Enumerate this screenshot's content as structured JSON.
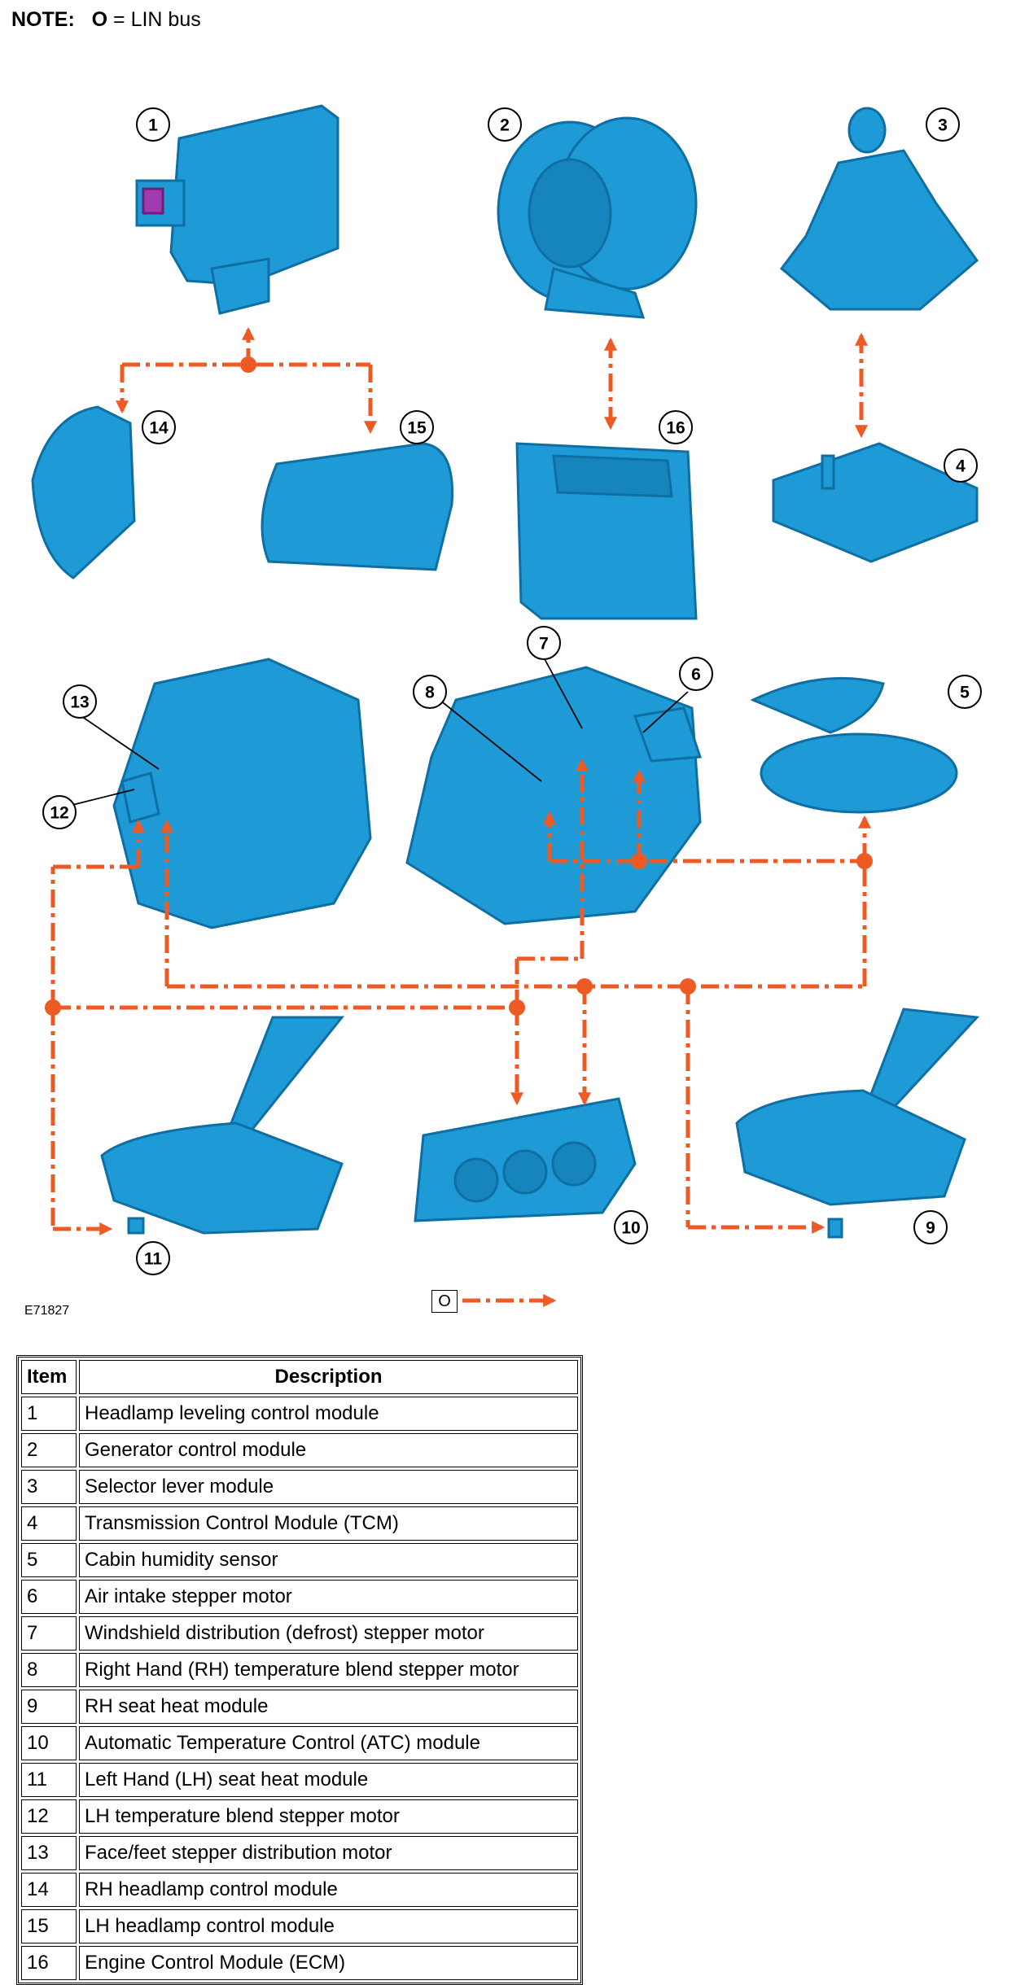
{
  "note": {
    "label": "NOTE:",
    "symbol": "O",
    "text": "= LIN bus"
  },
  "figure_id": "E71827",
  "legend": {
    "symbol": "O"
  },
  "colors": {
    "component": "#1e9ad6",
    "component_dark": "#0f6fa3",
    "lin_bus": "#ee5a24"
  },
  "callouts": [
    "1",
    "2",
    "3",
    "4",
    "5",
    "6",
    "7",
    "8",
    "9",
    "10",
    "11",
    "12",
    "13",
    "14",
    "15",
    "16"
  ],
  "table": {
    "headers": {
      "item": "Item",
      "description": "Description"
    },
    "rows": [
      {
        "item": "1",
        "description": "Headlamp leveling control module"
      },
      {
        "item": "2",
        "description": "Generator control module"
      },
      {
        "item": "3",
        "description": "Selector lever module"
      },
      {
        "item": "4",
        "description": "Transmission Control Module (TCM)"
      },
      {
        "item": "5",
        "description": "Cabin humidity sensor"
      },
      {
        "item": "6",
        "description": "Air intake stepper motor"
      },
      {
        "item": "7",
        "description": "Windshield distribution (defrost) stepper motor"
      },
      {
        "item": "8",
        "description": "Right Hand (RH) temperature blend stepper motor"
      },
      {
        "item": "9",
        "description": "RH seat heat module"
      },
      {
        "item": "10",
        "description": "Automatic Temperature Control (ATC) module"
      },
      {
        "item": "11",
        "description": "Left Hand (LH) seat heat module"
      },
      {
        "item": "12",
        "description": "LH temperature blend stepper motor"
      },
      {
        "item": "13",
        "description": "Face/feet stepper distribution motor"
      },
      {
        "item": "14",
        "description": "RH headlamp control module"
      },
      {
        "item": "15",
        "description": "LH headlamp control module"
      },
      {
        "item": "16",
        "description": "Engine Control Module (ECM)"
      }
    ]
  }
}
